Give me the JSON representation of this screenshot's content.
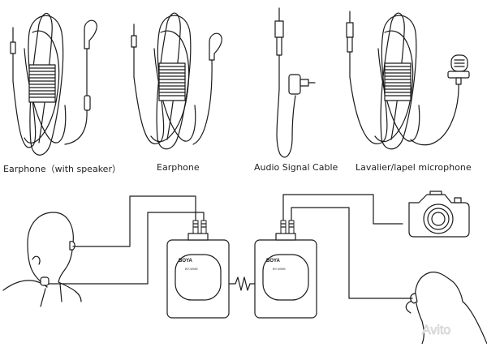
{
  "accessories": [
    {
      "label": "Earphone（with speaker）"
    },
    {
      "label": "Earphone"
    },
    {
      "label": "Audio Signal Cable"
    },
    {
      "label": "Lavalier/lapel microphone"
    }
  ],
  "devices": {
    "transmitter": {
      "brand": "BOYA",
      "model": "BY-WM5"
    },
    "receiver": {
      "brand": "BOYA",
      "model": "BY-WM5"
    }
  },
  "watermark": "Avito"
}
